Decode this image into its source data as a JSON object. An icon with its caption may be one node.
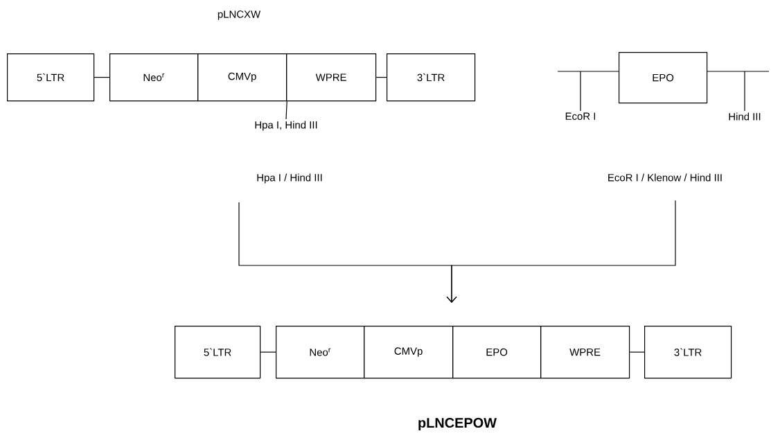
{
  "diagram": {
    "nodes": [
      {
        "text": [
          "5`LTR"
        ]
      },
      {
        "text": [
          "Neo$^{r}$"
        ]
      },
      {
        "text": [
          "CMVp"
        ]
      },
      {
        "text": [
          "WPRE"
        ]
      },
      {
        "text": [
          "3`LTR"
        ]
      },
      {
        "text": [
          "Hpa I, Hind III"
        ]
      },
      {
        "text": [
          "EPO"
        ]
      },
      {
        "text": [
          "EcoR I"
        ]
      },
      {
        "text": [
          "Hind III"
        ]
      },
      {
        "text": [
          "Hpa I / Hind III"
        ]
      },
      {
        "text": [
          "EcoR I / Klenow / Hind III"
        ]
      },
      {
        "text": [
          "5`LTR"
        ]
      },
      {
        "text": [
          "Neo$^{r}$"
        ]
      },
      {
        "text": [
          "CMVp"
        ]
      },
      {
        "text": [
          "EPO"
        ]
      },
      {
        "text": [
          "WPRE"
        ]
      },
      {
        "text": [
          "3`LTR"
        ]
      }
    ],
    "edges": [
      {
        "from": 0,
        "to": 1,
        "arrow": "none"
      },
      {
        "from": 3,
        "to": 4,
        "arrow": "none"
      },
      {
        "from": 5,
        "to": 2,
        "arrow": "none"
      },
      {
        "from": 7,
        "to": null,
        "arrow": "none"
      },
      {
        "from": 8,
        "to": null,
        "arrow": "none"
      },
      {
        "from": 9,
        "to": null,
        "arrow": "to"
      },
      {
        "from": 10,
        "to": null,
        "arrow": "to"
      },
      {
        "from": 11,
        "to": 12,
        "arrow": "none"
      },
      {
        "from": 15,
        "to": 16,
        "arrow": "none"
      }
    ],
    "labels": [
      "pLNCXW",
      "pLNCEPOW"
    ]
  }
}
